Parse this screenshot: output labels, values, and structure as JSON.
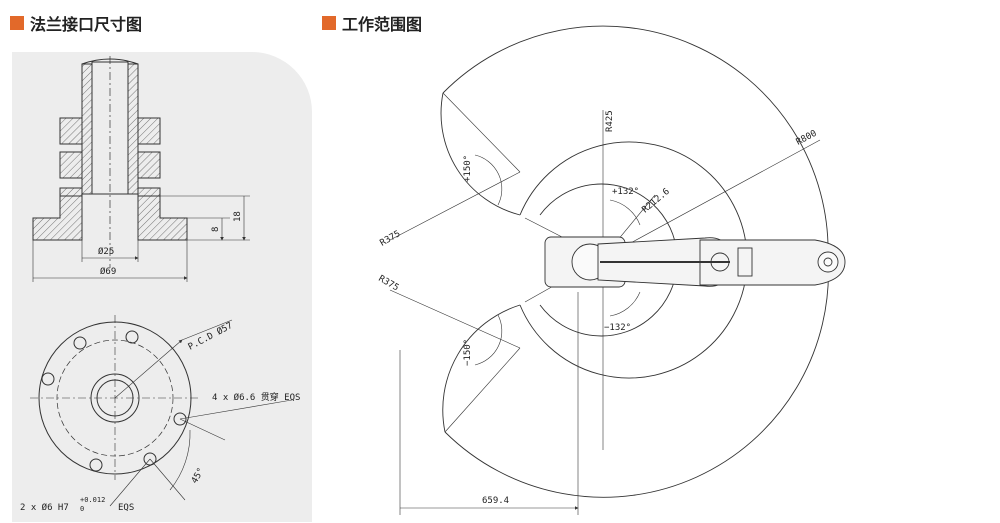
{
  "left_section": {
    "title": "法兰接口尺寸图",
    "section_view": {
      "dim_bore": "Ø25",
      "dim_outer": "Ø69",
      "dim_flange_thickness": "8",
      "dim_height": "18"
    },
    "top_view": {
      "pcd": "P.C.D Ø57",
      "through_holes": "4 x Ø6.6 贯穿 EQS",
      "dowel_holes": "2 x Ø6 H7",
      "tol_upper": "+0.012",
      "tol_lower": "0",
      "dowel_suffix": "EQS",
      "angle": "45°"
    }
  },
  "right_section": {
    "title": "工作范围图",
    "labels": {
      "r425": "R425",
      "r800": "R800",
      "r212": "R212.6",
      "ang_p132": "+132°",
      "ang_m132": "−132°",
      "ang_p150": "+150°",
      "ang_m150": "−150°",
      "r375_top": "R375",
      "r375_bottom": "R375",
      "dim_width": "659.4"
    }
  },
  "colors": {
    "accent": "#e2692a",
    "line": "#333333",
    "hatch": "#555555",
    "panel": "#ededed"
  }
}
